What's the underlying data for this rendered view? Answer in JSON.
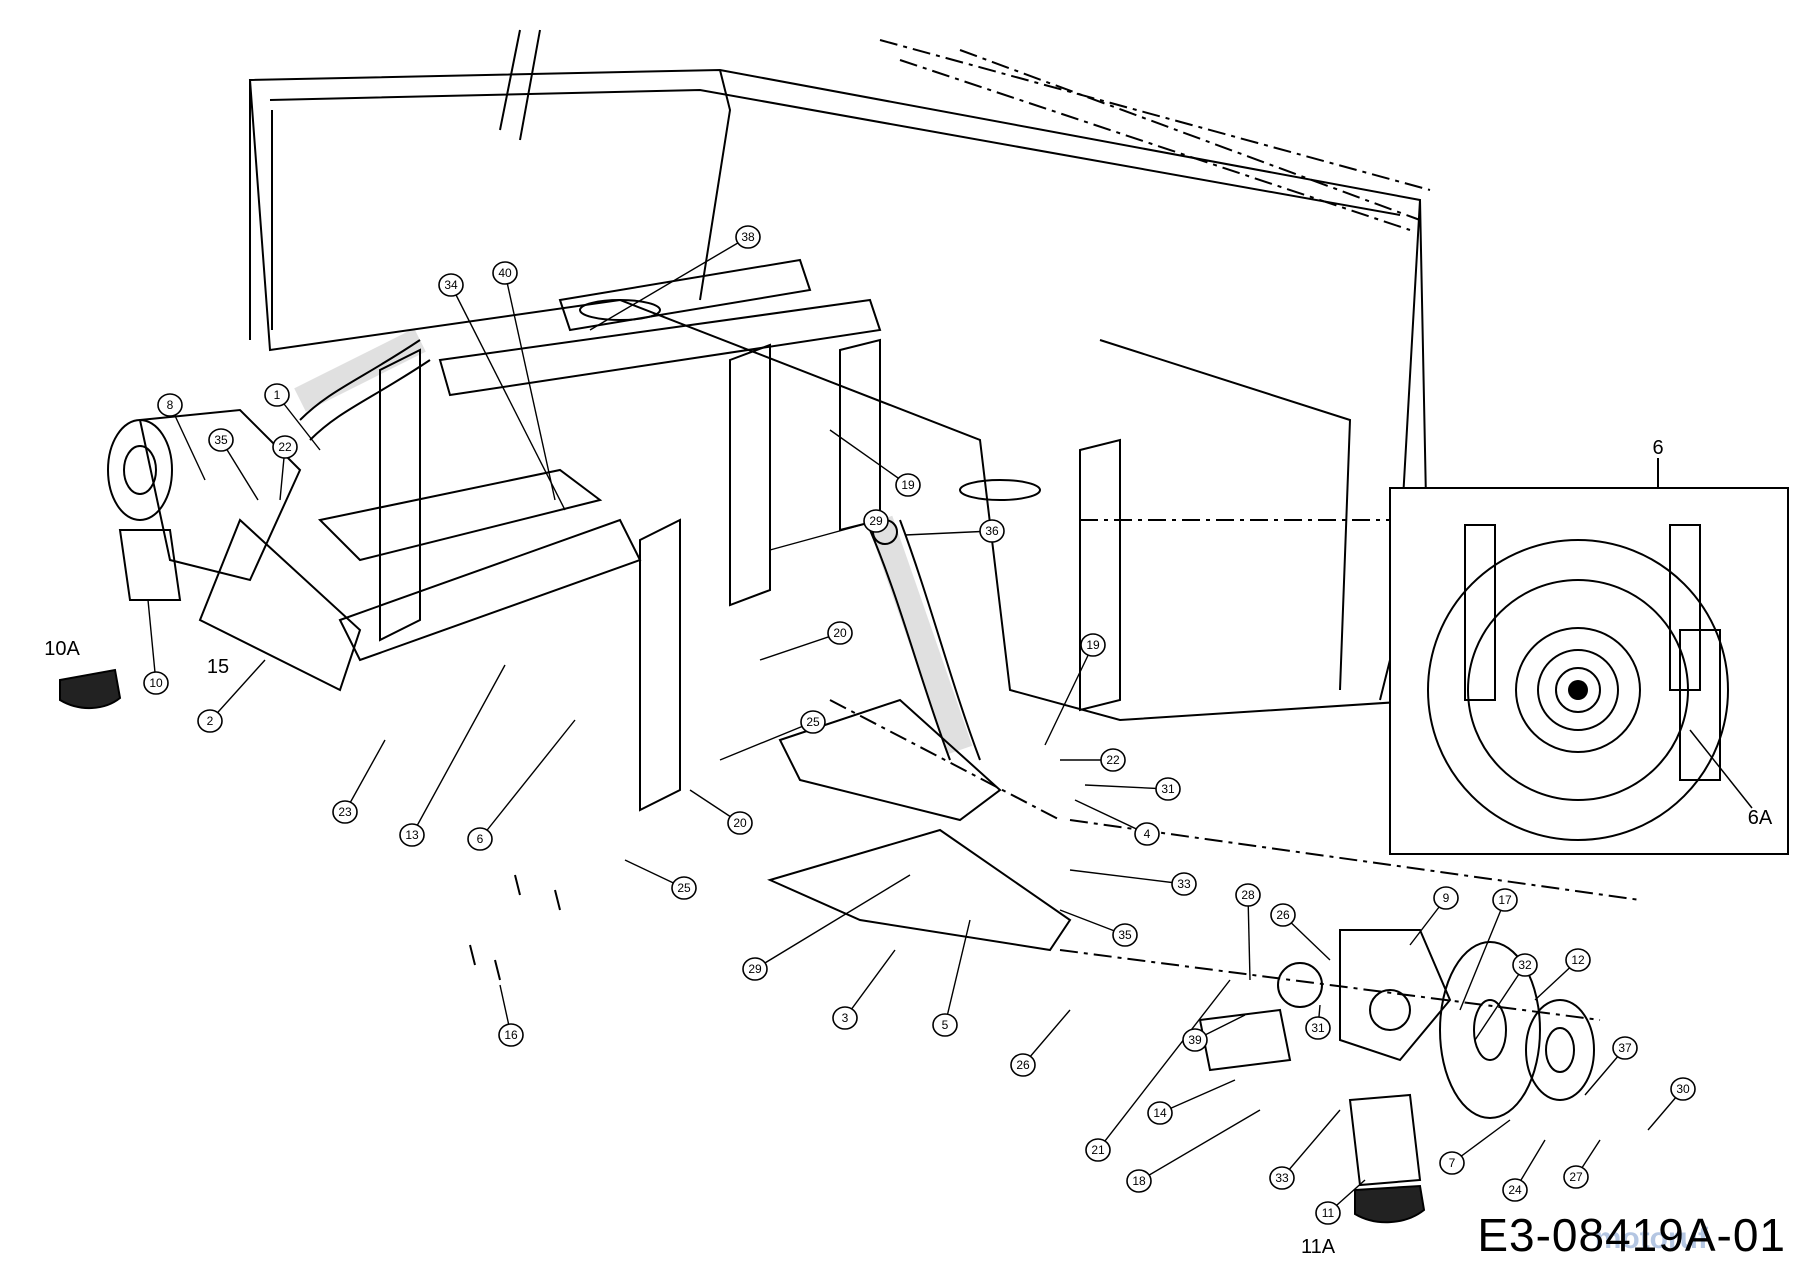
{
  "diagram": {
    "document_code": "E3-08419A-01",
    "watermark": "motoruf",
    "inset_label": "6",
    "inset_sublabel": "6A",
    "callouts": [
      {
        "id": "c38",
        "text": "38"
      },
      {
        "id": "c34",
        "text": "34"
      },
      {
        "id": "c40",
        "text": "40"
      },
      {
        "id": "c8",
        "text": "8"
      },
      {
        "id": "c1",
        "text": "1"
      },
      {
        "id": "c35a",
        "text": "35"
      },
      {
        "id": "c22a",
        "text": "22"
      },
      {
        "id": "c19a",
        "text": "19"
      },
      {
        "id": "c29a",
        "text": "29"
      },
      {
        "id": "c36",
        "text": "36"
      },
      {
        "id": "c20a",
        "text": "20"
      },
      {
        "id": "c19b",
        "text": "19"
      },
      {
        "id": "c25a",
        "text": "25"
      },
      {
        "id": "c22b",
        "text": "22"
      },
      {
        "id": "c31a",
        "text": "31"
      },
      {
        "id": "c4",
        "text": "4"
      },
      {
        "id": "c20b",
        "text": "20"
      },
      {
        "id": "c10",
        "text": "10"
      },
      {
        "id": "c2",
        "text": "2"
      },
      {
        "id": "c23",
        "text": "23"
      },
      {
        "id": "c13",
        "text": "13"
      },
      {
        "id": "c6b",
        "text": "6"
      },
      {
        "id": "c25b",
        "text": "25"
      },
      {
        "id": "c33a",
        "text": "33"
      },
      {
        "id": "c35b",
        "text": "35"
      },
      {
        "id": "c28",
        "text": "28"
      },
      {
        "id": "c26a",
        "text": "26"
      },
      {
        "id": "c9",
        "text": "9"
      },
      {
        "id": "c17",
        "text": "17"
      },
      {
        "id": "c32",
        "text": "32"
      },
      {
        "id": "c12",
        "text": "12"
      },
      {
        "id": "c29b",
        "text": "29"
      },
      {
        "id": "c3",
        "text": "3"
      },
      {
        "id": "c5",
        "text": "5"
      },
      {
        "id": "c26b",
        "text": "26"
      },
      {
        "id": "c39",
        "text": "39"
      },
      {
        "id": "c31b",
        "text": "31"
      },
      {
        "id": "c37",
        "text": "37"
      },
      {
        "id": "c30",
        "text": "30"
      },
      {
        "id": "c16",
        "text": "16"
      },
      {
        "id": "c14",
        "text": "14"
      },
      {
        "id": "c21",
        "text": "21"
      },
      {
        "id": "c18",
        "text": "18"
      },
      {
        "id": "c33b",
        "text": "33"
      },
      {
        "id": "c7",
        "text": "7"
      },
      {
        "id": "c24",
        "text": "24"
      },
      {
        "id": "c27",
        "text": "27"
      },
      {
        "id": "c11",
        "text": "11"
      }
    ],
    "plain_labels": [
      {
        "id": "p10a",
        "text": "10A"
      },
      {
        "id": "p15",
        "text": "15"
      },
      {
        "id": "p11a",
        "text": "11A"
      }
    ]
  }
}
